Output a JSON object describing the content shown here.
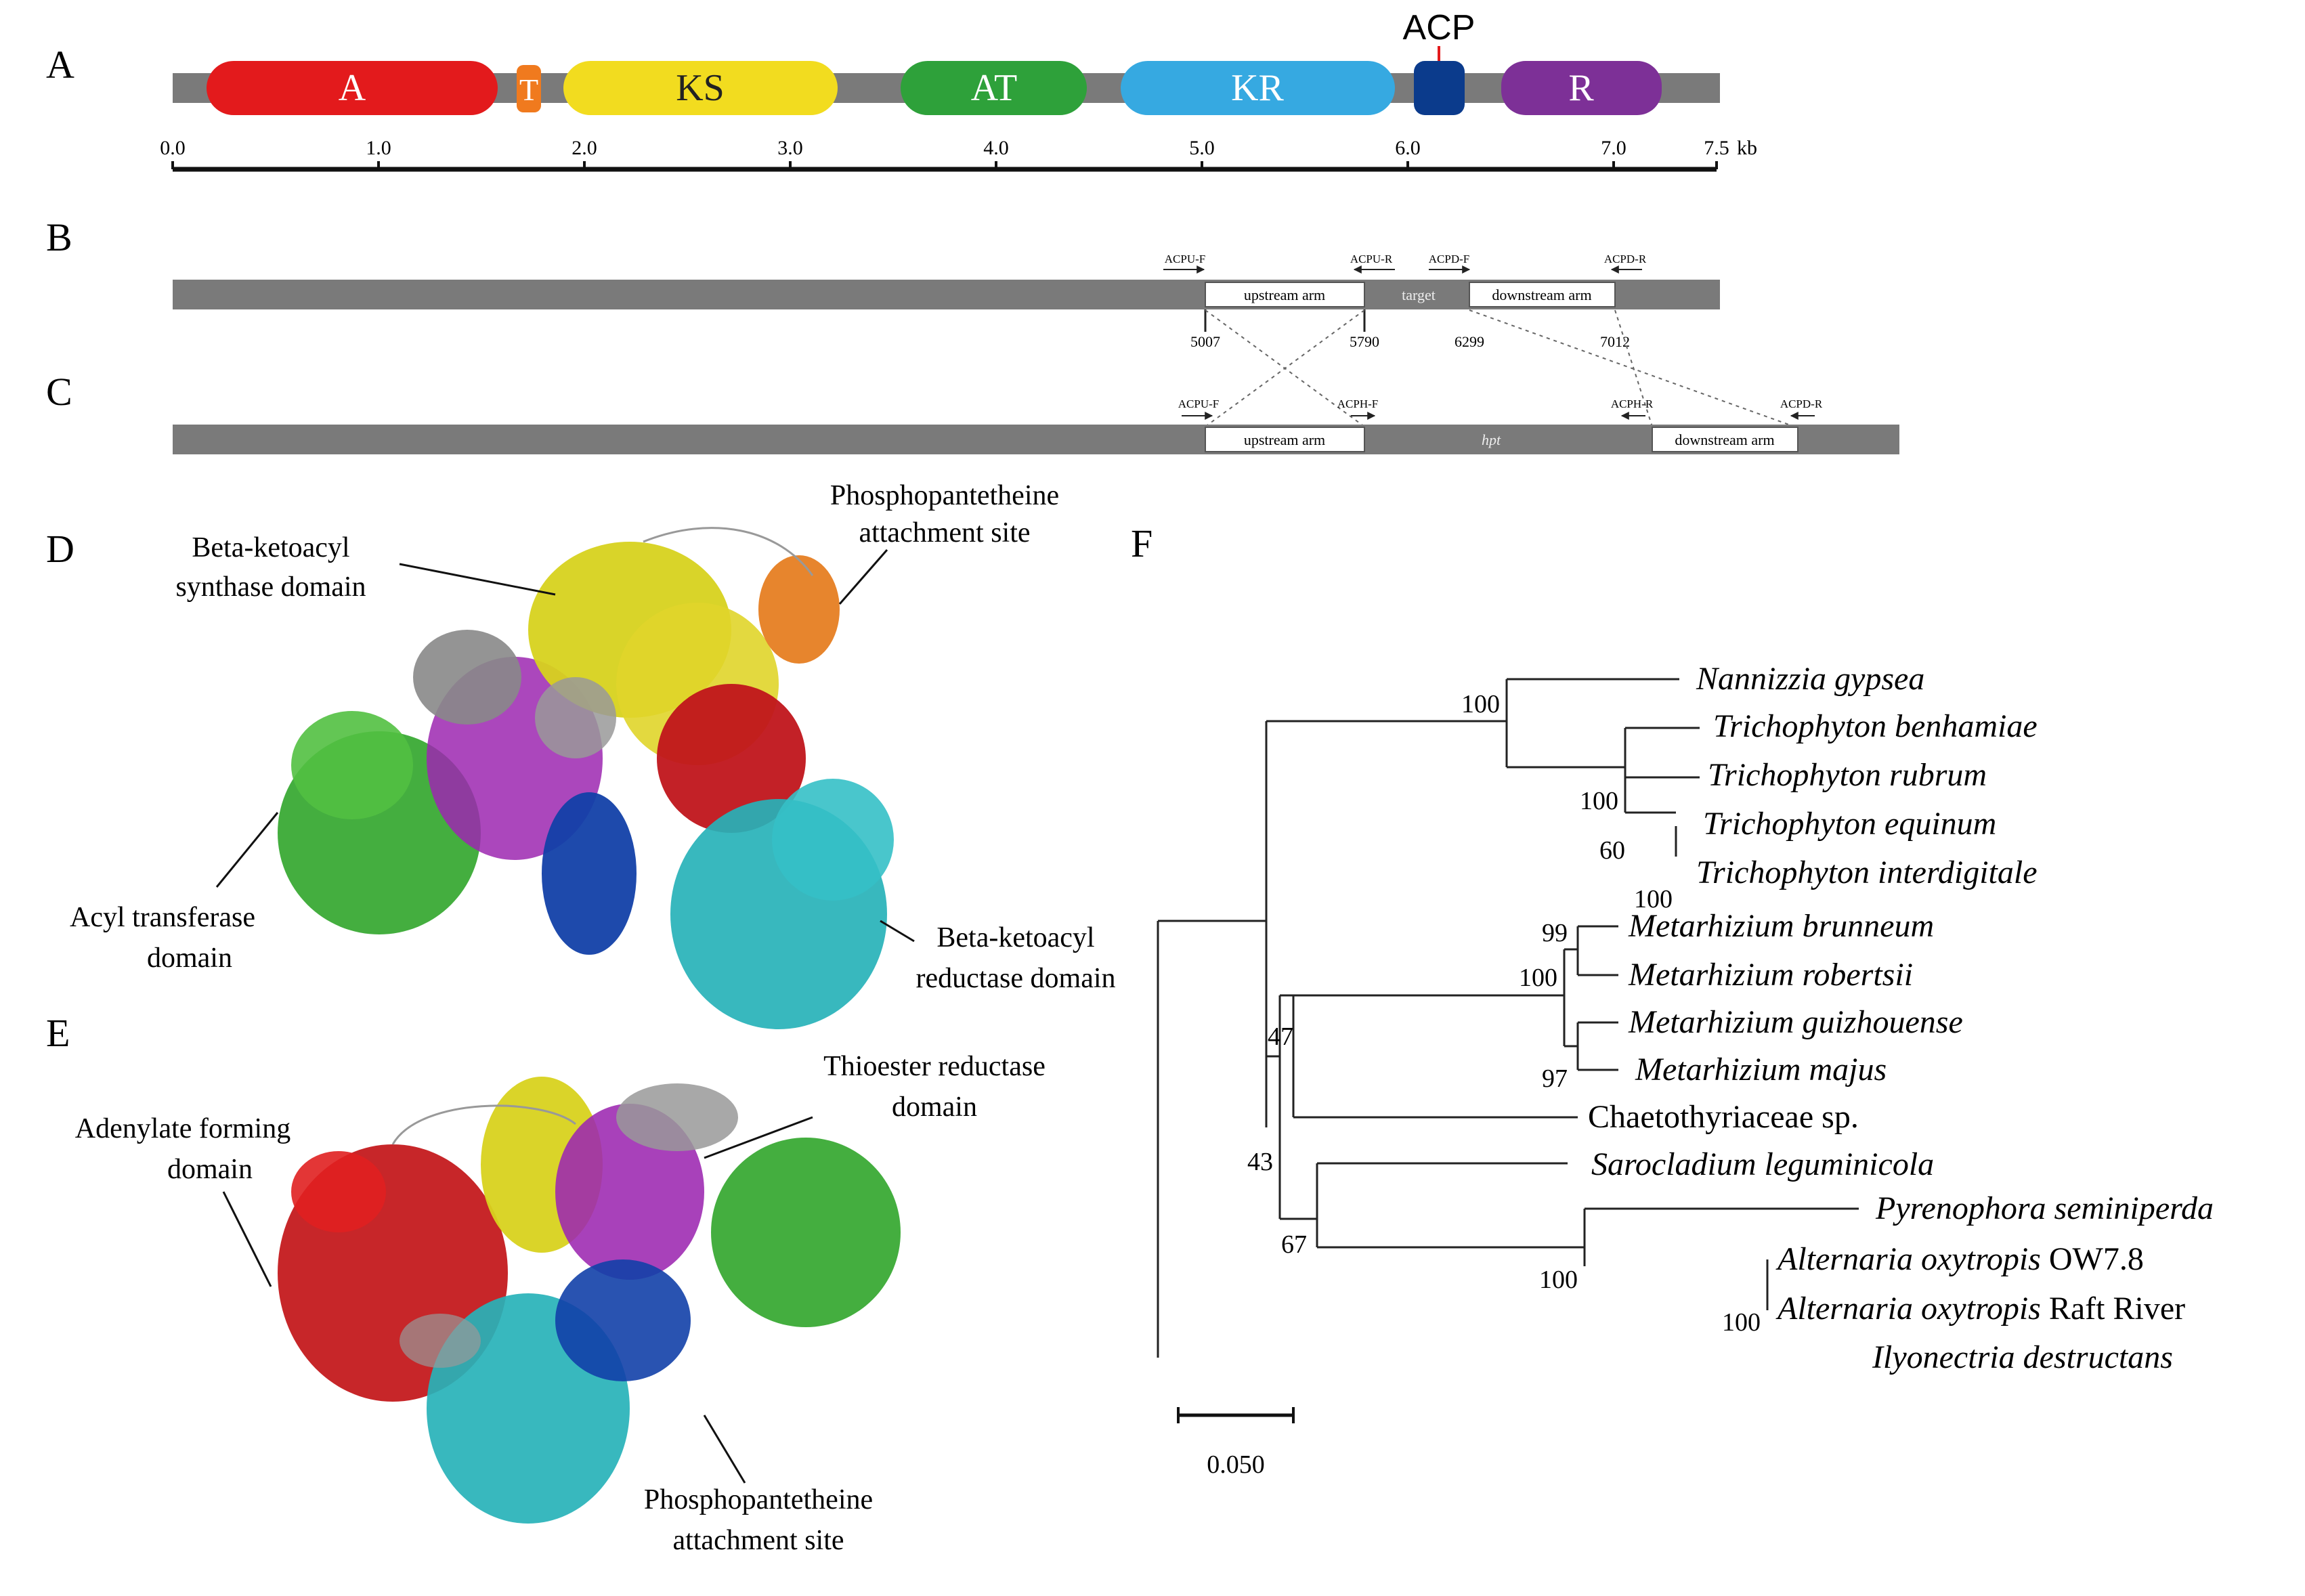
{
  "panels": {
    "A": "A",
    "B": "B",
    "C": "C",
    "D": "D",
    "E": "E",
    "F": "F"
  },
  "colors": {
    "A": "#e31a1c",
    "T": "#f07a1e",
    "KS": "#f2dc1f",
    "AT": "#2ea13a",
    "KR": "#36a9e1",
    "ACP": "#0b3b8c",
    "R": "#7d3097",
    "backbone": "#7a7a7a"
  },
  "panelA": {
    "segments": [
      "A",
      "T",
      "KS",
      "AT",
      "KR",
      "R"
    ],
    "acp_label": "ACP",
    "ticks": [
      "0.0",
      "1.0",
      "2.0",
      "3.0",
      "4.0",
      "5.0",
      "6.0",
      "7.0",
      "7.5"
    ],
    "unit": "kb"
  },
  "panelB": {
    "primers": [
      "ACPU-F",
      "ACPU-R",
      "ACPD-F",
      "ACPD-R"
    ],
    "upstream": "upstream arm",
    "target": "target",
    "downstream": "downstream arm",
    "coords": [
      "5007",
      "5790",
      "6299",
      "7012"
    ]
  },
  "panelC": {
    "primers": [
      "ACPU-F",
      "ACPH-F",
      "ACPH-R",
      "ACPD-R"
    ],
    "upstream": "upstream arm",
    "hpt": "hpt",
    "downstream": "downstream arm"
  },
  "panelD": {
    "ks": [
      "Beta-ketoacyl",
      "synthase domain"
    ],
    "pp": [
      "Phosphopantetheine",
      "attachment site"
    ],
    "at": [
      "Acyl transferase",
      "domain"
    ],
    "kr": [
      "Beta-ketoacyl",
      "reductase domain"
    ]
  },
  "panelE": {
    "adenylate": [
      "Adenylate forming",
      "domain"
    ],
    "thioester": [
      "Thioester reductase",
      "domain"
    ],
    "pp": [
      "Phosphopantetheine",
      "attachment site"
    ]
  },
  "tree": {
    "taxa": [
      {
        "genus": "Nannizzia gypsea",
        "rest": ""
      },
      {
        "genus": "Trichophyton benhamiae",
        "rest": ""
      },
      {
        "genus": "Trichophyton rubrum",
        "rest": ""
      },
      {
        "genus": "Trichophyton equinum",
        "rest": ""
      },
      {
        "genus": "Trichophyton interdigitale",
        "rest": ""
      },
      {
        "genus": "Metarhizium brunneum",
        "rest": ""
      },
      {
        "genus": "Metarhizium robertsii",
        "rest": ""
      },
      {
        "genus": "Metarhizium guizhouense",
        "rest": ""
      },
      {
        "genus": "Metarhizium majus",
        "rest": ""
      },
      {
        "genus": "",
        "rest": "Chaetothyriaceae sp."
      },
      {
        "genus": "Sarocladium leguminicola",
        "rest": ""
      },
      {
        "genus": "Pyrenophora seminiperda",
        "rest": ""
      },
      {
        "genus": "Alternaria oxytropis",
        "rest": " OW7.8"
      },
      {
        "genus": "Alternaria oxytropis",
        "rest": " Raft River"
      },
      {
        "genus": "Ilyonectria destructans",
        "rest": ""
      }
    ],
    "bootstrap": [
      "100",
      "100",
      "60",
      "100",
      "99",
      "100",
      "97",
      "47",
      "43",
      "67",
      "100",
      "100"
    ],
    "scale": "0.050"
  }
}
